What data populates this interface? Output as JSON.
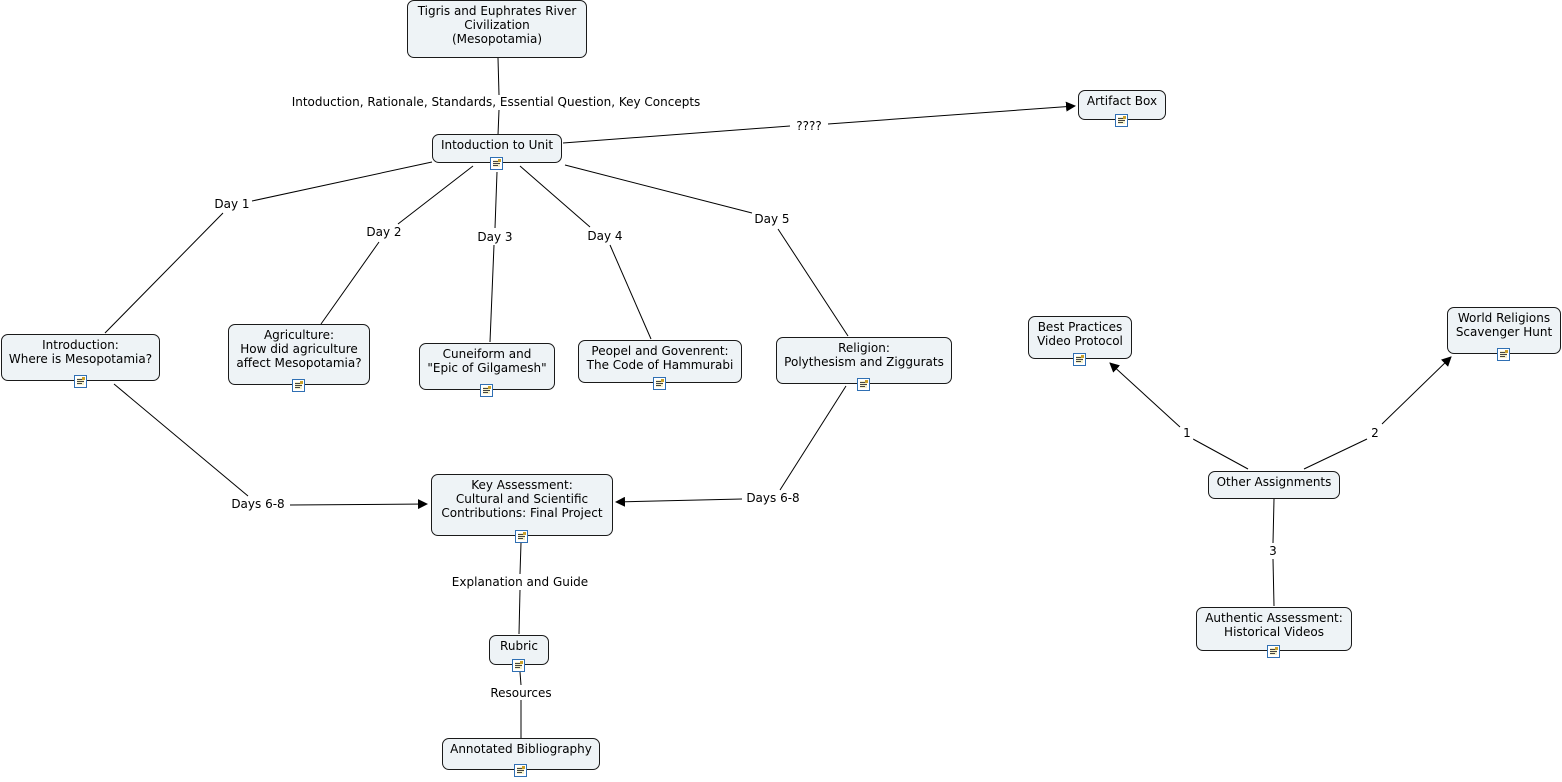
{
  "nodes": {
    "tigris": "Tigris and Euphrates River\nCivilization\n(Mesopotamia)",
    "intro_unit": "Intoduction to Unit",
    "artifact_box": "Artifact Box",
    "introduction": "Introduction:\nWhere is Mesopotamia?",
    "agriculture": "Agriculture:\nHow did agriculture\naffect Mesopotamia?",
    "cuneiform": "Cuneiform and\n\"Epic of Gilgamesh\"",
    "peopel": "Peopel and Govenrent:\nThe Code of Hammurabi",
    "religion": "Religion:\nPolythesism and Ziggurats",
    "key_assessment": "Key Assessment:\nCultural and Scientific\nContributions: Final Project",
    "rubric": "Rubric",
    "annotated_bib": "Annotated Bibliography",
    "best_practices": "Best Practices\nVideo Protocol",
    "world_religions": "World Religions\nScavenger Hunt",
    "other_assignments": "Other Assignments",
    "authentic_assessment": "Authentic Assessment:\nHistorical Videos"
  },
  "links": {
    "intro_rationale": "Intoduction, Rationale, Standards, Essential Question, Key Concepts",
    "artifact": "????",
    "day1": "Day 1",
    "day2": "Day 2",
    "day3": "Day 3",
    "day4": "Day 4",
    "day5": "Day 5",
    "days68_left": "Days 6-8",
    "days68_right": "Days 6-8",
    "explanation": "Explanation and Guide",
    "resources": "Resources",
    "one": "1",
    "two": "2",
    "three": "3"
  },
  "resource_icon": "document-icon"
}
